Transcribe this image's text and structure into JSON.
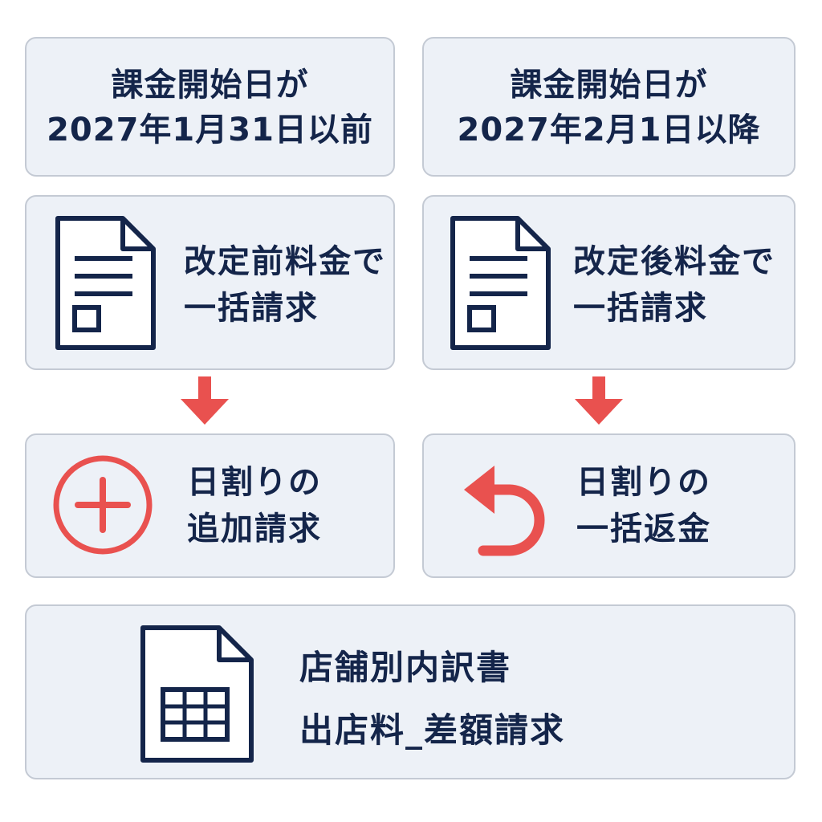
{
  "left": {
    "header": {
      "line1": "課金開始日が",
      "line2": "2027年1月31日以前"
    },
    "invoice": {
      "line1": "改定前料金で",
      "line2": "一括請求"
    },
    "result": {
      "line1": "日割りの",
      "line2": "追加請求"
    }
  },
  "right": {
    "header": {
      "line1": "課金開始日が",
      "line2": "2027年2月1日以降"
    },
    "invoice": {
      "line1": "改定後料金で",
      "line2": "一括請求"
    },
    "result": {
      "line1": "日割りの",
      "line2": "一括返金"
    }
  },
  "bottom": {
    "line1": "店舗別内訳書",
    "line2": "出店料_差額請求"
  },
  "icons": {
    "invoice": "document-icon",
    "add": "plus-circle-icon",
    "refund": "return-arrow-icon",
    "statement": "spreadsheet-document-icon",
    "flow": "down-arrow-icon"
  },
  "colors": {
    "text": "#14254a",
    "card_bg": "#edf1f7",
    "card_border": "#c4cad4",
    "accent_red": "#e9514f"
  }
}
